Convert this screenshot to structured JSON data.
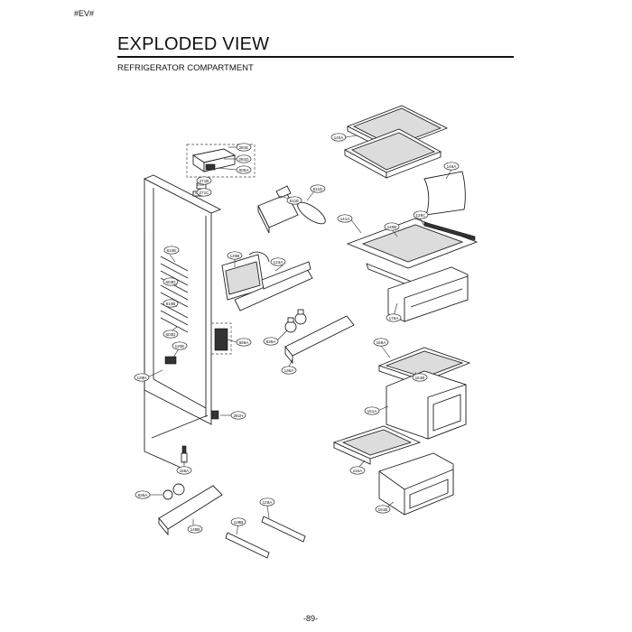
{
  "header": {
    "page_id": "#EV#"
  },
  "title": "EXPLODED VIEW",
  "subtitle": "REFRIGERATOR COMPARTMENT",
  "footer": {
    "page_number": "-89-"
  },
  "callouts": [
    "281E",
    "281D",
    "606A",
    "271B",
    "271C",
    "611E",
    "611D",
    "140A",
    "146A",
    "141A",
    "128C",
    "140B",
    "120B",
    "610E",
    "123A",
    "603D",
    "610B",
    "176A",
    "603D",
    "120E",
    "658A",
    "839A",
    "136A",
    "128H",
    "169A",
    "161B",
    "281H",
    "151A",
    "156A",
    "134A",
    "839A",
    "148B",
    "128A",
    "128B",
    "151B"
  ]
}
